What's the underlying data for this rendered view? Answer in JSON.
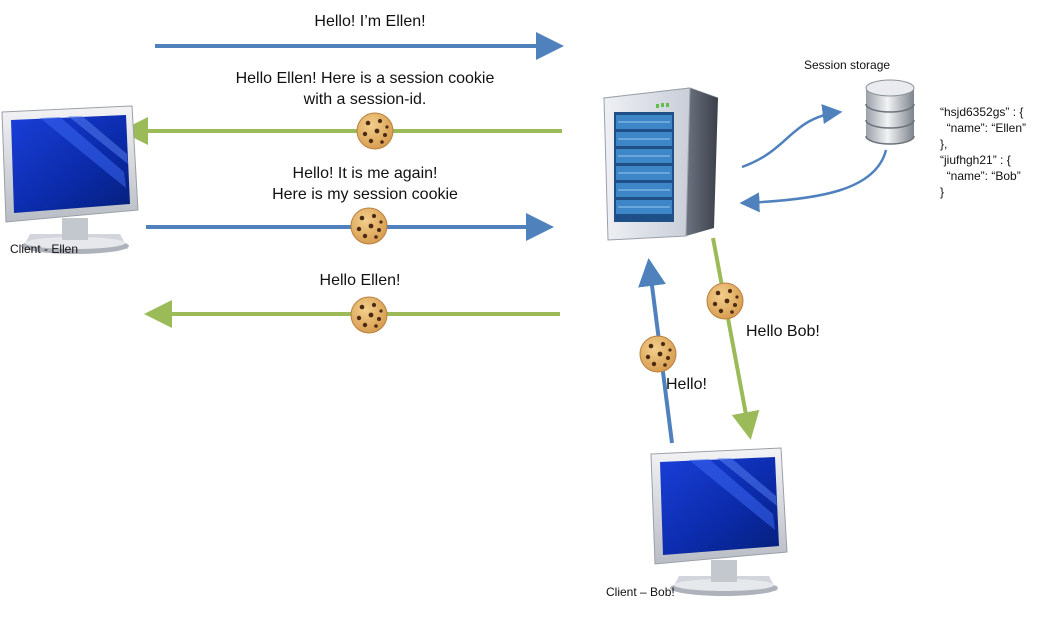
{
  "messages": {
    "m1": "Hello! I’m Ellen!",
    "m2_line1": "Hello Ellen! Here is a session cookie",
    "m2_line2": "with a session-id.",
    "m3_line1": "Hello! It is me again!",
    "m3_line2": "Here is my session cookie",
    "m4": "Hello Ellen!",
    "bob_request": "Hello!",
    "bob_response": "Hello Bob!"
  },
  "labels": {
    "client_ellen": "Client - Ellen",
    "client_bob": "Client – Bob!",
    "session_storage": "Session storage"
  },
  "storage_lines": [
    "“hsjd6352gs” : {",
    "  “name”: “Ellen”",
    "},",
    "“jiufhgh21” : {",
    "  “name”: “Bob”",
    "}"
  ],
  "colors": {
    "request": "#4f81bd",
    "response": "#9bbb59",
    "cookie": "#e6b56a"
  },
  "icons": [
    "monitor-icon",
    "server-icon",
    "database-icon",
    "cookie-icon"
  ]
}
